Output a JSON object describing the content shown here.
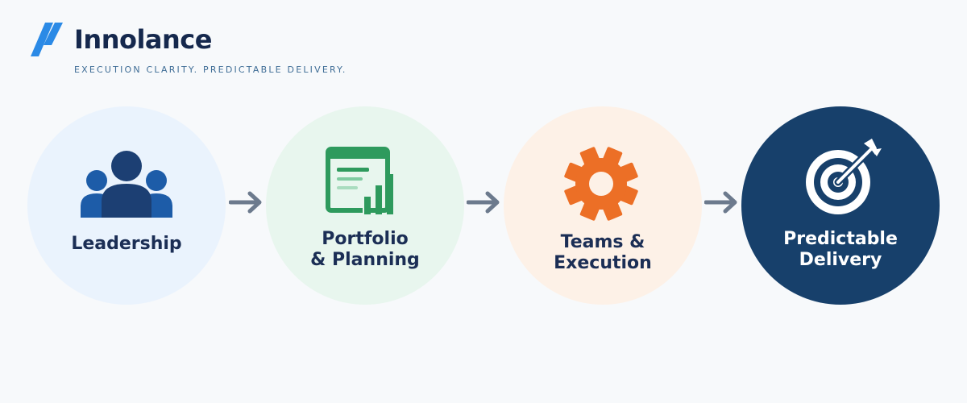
{
  "brand": {
    "name": "Innolance",
    "tagline": "EXECUTION CLARITY. PREDICTABLE DELIVERY.",
    "logo_icon": "slash-stripes-logo-icon"
  },
  "flow": {
    "steps": [
      {
        "label_line1": "Leadership",
        "label_line2": "",
        "icon": "people-group-icon",
        "bg_color": "#eaf3fd",
        "text_color": "#1b2e55"
      },
      {
        "label_line1": "Portfolio",
        "label_line2": "& Planning",
        "icon": "dashboard-chart-icon",
        "bg_color": "#e8f6ee",
        "text_color": "#1b2e55"
      },
      {
        "label_line1": "Teams &",
        "label_line2": "Execution",
        "icon": "gear-icon",
        "bg_color": "#fdf1e7",
        "text_color": "#1b2e55"
      },
      {
        "label_line1": "Predictable",
        "label_line2": "Delivery",
        "icon": "target-arrow-icon",
        "bg_color": "#17406b",
        "text_color": "#ffffff"
      }
    ],
    "arrow_icon": "arrow-right-icon"
  },
  "colors": {
    "brand_text": "#15284d",
    "tagline": "#3f6d96",
    "logo_blue": "#2b8ae6",
    "people_blue": "#1d5ca8",
    "people_dark": "#1c3f73",
    "chart_green": "#2e9a5d",
    "gear_orange": "#ec6f26",
    "arrow_gray": "#6c7a8d"
  }
}
